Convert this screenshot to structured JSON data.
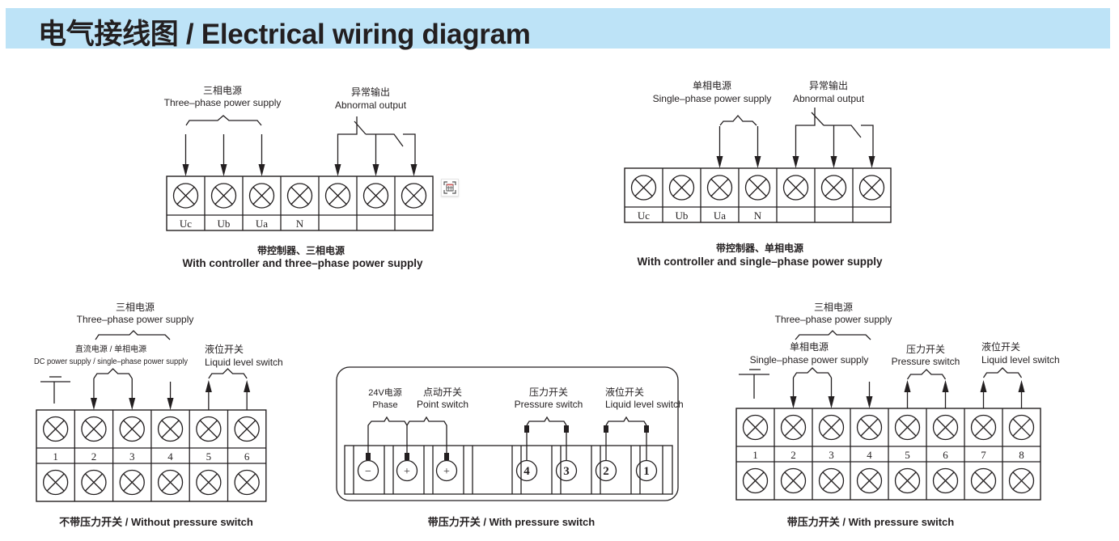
{
  "header": {
    "title": "电气接线图 / Electrical wiring diagram",
    "background": "#bde3f7"
  },
  "diagrams": {
    "three_phase_controller": {
      "power_label_cn": "三相电源",
      "power_label_en": "Three–phase power supply",
      "abnormal_label_cn": "异常输出",
      "abnormal_label_en": "Abnormal output",
      "terminal_labels": [
        "Uc",
        "Ub",
        "Ua",
        "N",
        "",
        "",
        ""
      ],
      "caption_cn": "带控制器、三相电源",
      "caption_en": "With controller and three–phase power supply"
    },
    "single_phase_controller": {
      "power_label_cn": "单相电源",
      "power_label_en": "Single–phase power supply",
      "abnormal_label_cn": "异常输出",
      "abnormal_label_en": "Abnormal output",
      "terminal_labels": [
        "Uc",
        "Ub",
        "Ua",
        "N",
        "",
        "",
        ""
      ],
      "caption_cn": "带控制器、单相电源",
      "caption_en": "With controller and single–phase power supply"
    },
    "without_pressure_switch": {
      "power_label_cn": "三相电源",
      "power_label_en": "Three–phase power supply",
      "dc_label_cn": "直流电源 / 单相电源",
      "dc_label_en": "DC power supply / single–phase power supply",
      "liquid_label_cn": "液位开关",
      "liquid_label_en": "Liquid level switch",
      "terminal_numbers": [
        "1",
        "2",
        "3",
        "4",
        "5",
        "6"
      ],
      "caption": "不带压力开关 / Without pressure switch"
    },
    "with_pressure_switch_panel": {
      "phase_label_cn": "24V电源",
      "phase_label_en": "Phase",
      "point_label_cn": "点动开关",
      "point_label_en": "Point switch",
      "pressure_label_cn": "压力开关",
      "pressure_label_en": "Pressure switch",
      "liquid_label_cn": "液位开关",
      "liquid_label_en": "Liquid level switch",
      "terminal_symbols": [
        "−",
        "+",
        "+",
        "4",
        "3",
        "2",
        "1"
      ],
      "caption": "带压力开关 / With pressure switch"
    },
    "with_pressure_switch": {
      "power_label_cn": "三相电源",
      "power_label_en": "Three–phase power supply",
      "single_label_cn": "单相电源",
      "single_label_en": "Single–phase power supply",
      "pressure_label_cn": "压力开关",
      "pressure_label_en": "Pressure switch",
      "liquid_label_cn": "液位开关",
      "liquid_label_en": "Liquid level switch",
      "terminal_numbers": [
        "1",
        "2",
        "3",
        "4",
        "5",
        "6",
        "7",
        "8"
      ],
      "caption": "带压力开关 / With pressure switch"
    }
  },
  "toolbar": {
    "scan_icon": "scan-table-icon"
  }
}
